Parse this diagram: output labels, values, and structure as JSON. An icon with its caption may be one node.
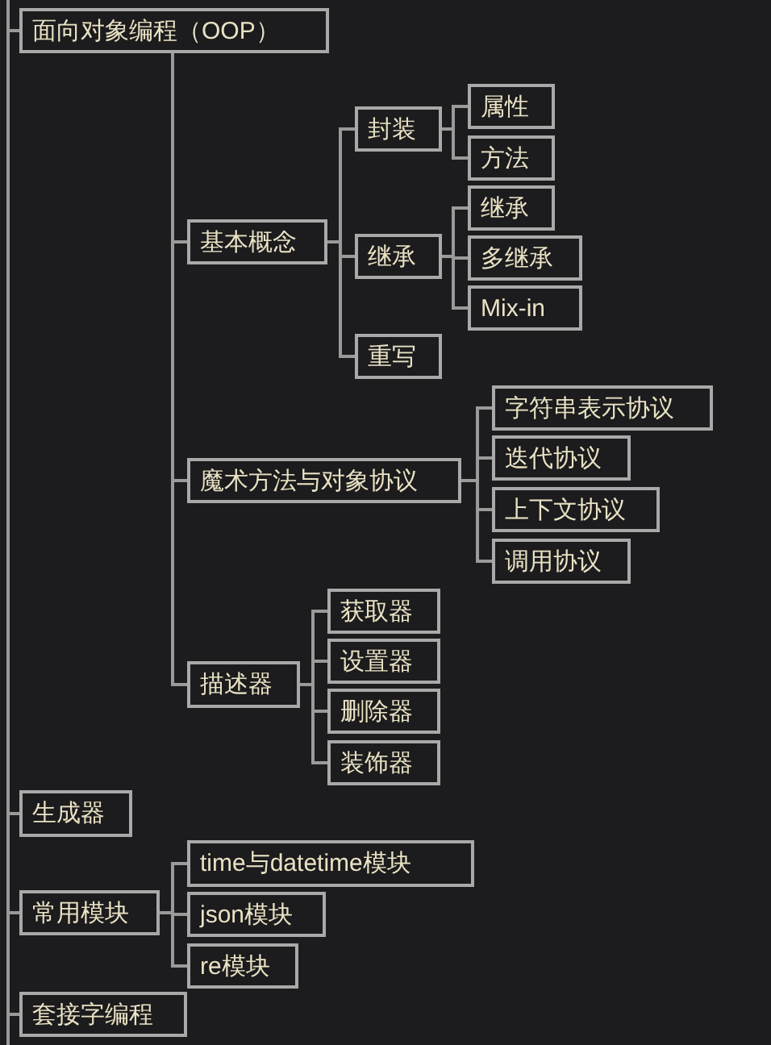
{
  "diagram": {
    "nodes": [
      {
        "text": [
          "面向对象编程（OOP）"
        ]
      },
      {
        "text": [
          "基本概念"
        ]
      },
      {
        "text": [
          "封装"
        ]
      },
      {
        "text": [
          "属性"
        ]
      },
      {
        "text": [
          "方法"
        ]
      },
      {
        "text": [
          "继承"
        ]
      },
      {
        "text": [
          "继承"
        ]
      },
      {
        "text": [
          "多继承"
        ]
      },
      {
        "text": [
          "Mix-in"
        ]
      },
      {
        "text": [
          "重写"
        ]
      },
      {
        "text": [
          "魔术方法与对象协议"
        ]
      },
      {
        "text": [
          "字符串表示协议"
        ]
      },
      {
        "text": [
          "迭代协议"
        ]
      },
      {
        "text": [
          "上下文协议"
        ]
      },
      {
        "text": [
          "调用协议"
        ]
      },
      {
        "text": [
          "描述器"
        ]
      },
      {
        "text": [
          "获取器"
        ]
      },
      {
        "text": [
          "设置器"
        ]
      },
      {
        "text": [
          "删除器"
        ]
      },
      {
        "text": [
          "装饰器"
        ]
      },
      {
        "text": [
          "生成器"
        ]
      },
      {
        "text": [
          "常用模块"
        ]
      },
      {
        "text": [
          "time与datetime模块"
        ]
      },
      {
        "text": [
          "json模块"
        ]
      },
      {
        "text": [
          "re模块"
        ]
      },
      {
        "text": [
          "套接字编程"
        ]
      }
    ],
    "edges": [
      {
        "from": null,
        "to": 0,
        "arrow": "none"
      },
      {
        "from": 0,
        "to": 1,
        "arrow": "none"
      },
      {
        "from": 1,
        "to": 2,
        "arrow": "none"
      },
      {
        "from": 2,
        "to": 3,
        "arrow": "none"
      },
      {
        "from": 2,
        "to": 4,
        "arrow": "none"
      },
      {
        "from": 1,
        "to": 5,
        "arrow": "none"
      },
      {
        "from": 5,
        "to": 6,
        "arrow": "none"
      },
      {
        "from": 5,
        "to": 7,
        "arrow": "none"
      },
      {
        "from": 5,
        "to": 8,
        "arrow": "none"
      },
      {
        "from": 1,
        "to": 9,
        "arrow": "none"
      },
      {
        "from": 0,
        "to": 10,
        "arrow": "none"
      },
      {
        "from": 10,
        "to": 11,
        "arrow": "none"
      },
      {
        "from": 10,
        "to": 12,
        "arrow": "none"
      },
      {
        "from": 10,
        "to": 13,
        "arrow": "none"
      },
      {
        "from": 10,
        "to": 14,
        "arrow": "none"
      },
      {
        "from": 0,
        "to": 15,
        "arrow": "none"
      },
      {
        "from": 15,
        "to": 16,
        "arrow": "none"
      },
      {
        "from": 15,
        "to": 17,
        "arrow": "none"
      },
      {
        "from": 15,
        "to": 18,
        "arrow": "none"
      },
      {
        "from": 15,
        "to": 19,
        "arrow": "none"
      },
      {
        "from": null,
        "to": 20,
        "arrow": "none"
      },
      {
        "from": null,
        "to": 21,
        "arrow": "none"
      },
      {
        "from": 21,
        "to": 22,
        "arrow": "none"
      },
      {
        "from": 21,
        "to": 23,
        "arrow": "none"
      },
      {
        "from": 21,
        "to": 24,
        "arrow": "none"
      },
      {
        "from": null,
        "to": 25,
        "arrow": "none"
      }
    ]
  }
}
